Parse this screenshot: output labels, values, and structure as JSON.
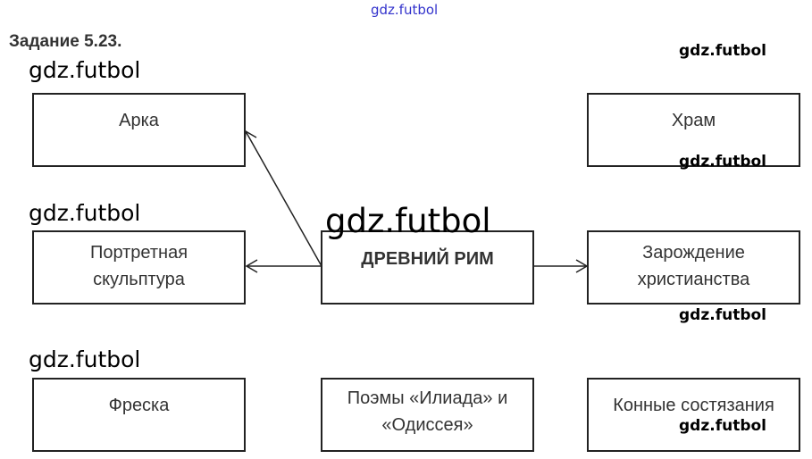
{
  "task_title": "Задание 5.23.",
  "watermark": "gdz.futbol",
  "center": "ДРЕВНИЙ РИМ",
  "boxes": {
    "arch": "Арка",
    "portrait": "Портретная скульптура",
    "fresco": "Фреска",
    "temple": "Храм",
    "christianity": "Зарождение христианства",
    "races": "Конные состязания",
    "poems": "Поэмы «Илиада» и «Одиссея»"
  },
  "colors": {
    "watermark_top": "#3333cc",
    "border": "#222222"
  }
}
